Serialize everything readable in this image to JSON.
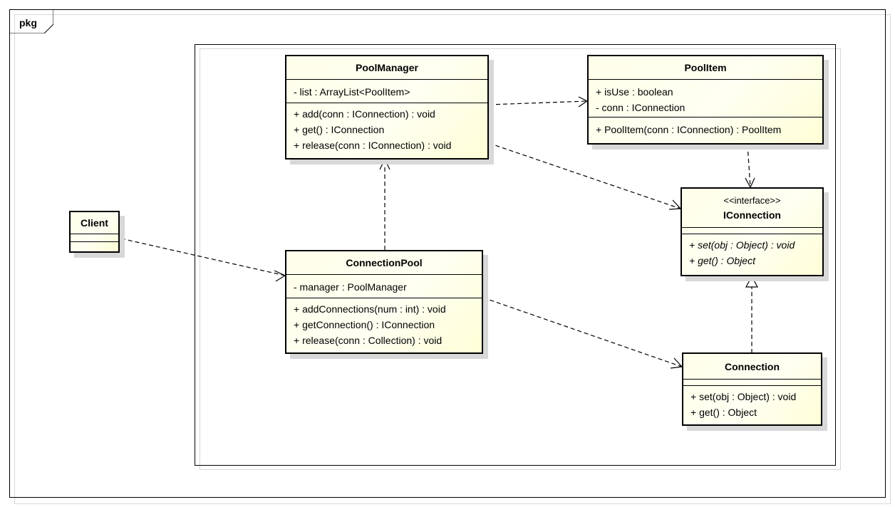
{
  "package": {
    "label": "pkg"
  },
  "classes": {
    "pool_manager": {
      "name": "PoolManager",
      "attributes": [
        "- list : ArrayList<PoolItem>"
      ],
      "operations": [
        "+ add(conn : IConnection) : void",
        "+ get() : IConnection",
        "+ release(conn : IConnection) : void"
      ]
    },
    "pool_item": {
      "name": "PoolItem",
      "attributes": [
        "+ isUse : boolean",
        "- conn : IConnection"
      ],
      "operations": [
        "+ PoolItem(conn : IConnection) : PoolItem"
      ]
    },
    "iconnection": {
      "stereotype": "<<interface>>",
      "name": "IConnection",
      "operations": [
        "+ set(obj : Object) : void",
        "+ get() : Object"
      ]
    },
    "client": {
      "name": "Client"
    },
    "connection_pool": {
      "name": "ConnectionPool",
      "attributes": [
        "- manager : PoolManager"
      ],
      "operations": [
        "+ addConnections(num : int) : void",
        "+ getConnection() : IConnection",
        "+ release(conn : Collection) : void"
      ]
    },
    "connection": {
      "name": "Connection",
      "operations": [
        "+ set(obj : Object) : void",
        "+ get() : Object"
      ]
    }
  },
  "relationships": [
    {
      "from": "PoolManager",
      "to": "PoolItem",
      "type": "dependency"
    },
    {
      "from": "PoolManager",
      "to": "IConnection",
      "type": "dependency"
    },
    {
      "from": "PoolItem",
      "to": "IConnection",
      "type": "dependency"
    },
    {
      "from": "Client",
      "to": "ConnectionPool",
      "type": "dependency"
    },
    {
      "from": "ConnectionPool",
      "to": "PoolManager",
      "type": "dependency"
    },
    {
      "from": "ConnectionPool",
      "to": "Connection",
      "type": "dependency"
    },
    {
      "from": "Connection",
      "to": "IConnection",
      "type": "realization"
    }
  ],
  "colors": {
    "class_fill": "#fffff2",
    "class_border": "#000000",
    "shadow": "#d8d8d8",
    "edge": "#000000"
  }
}
